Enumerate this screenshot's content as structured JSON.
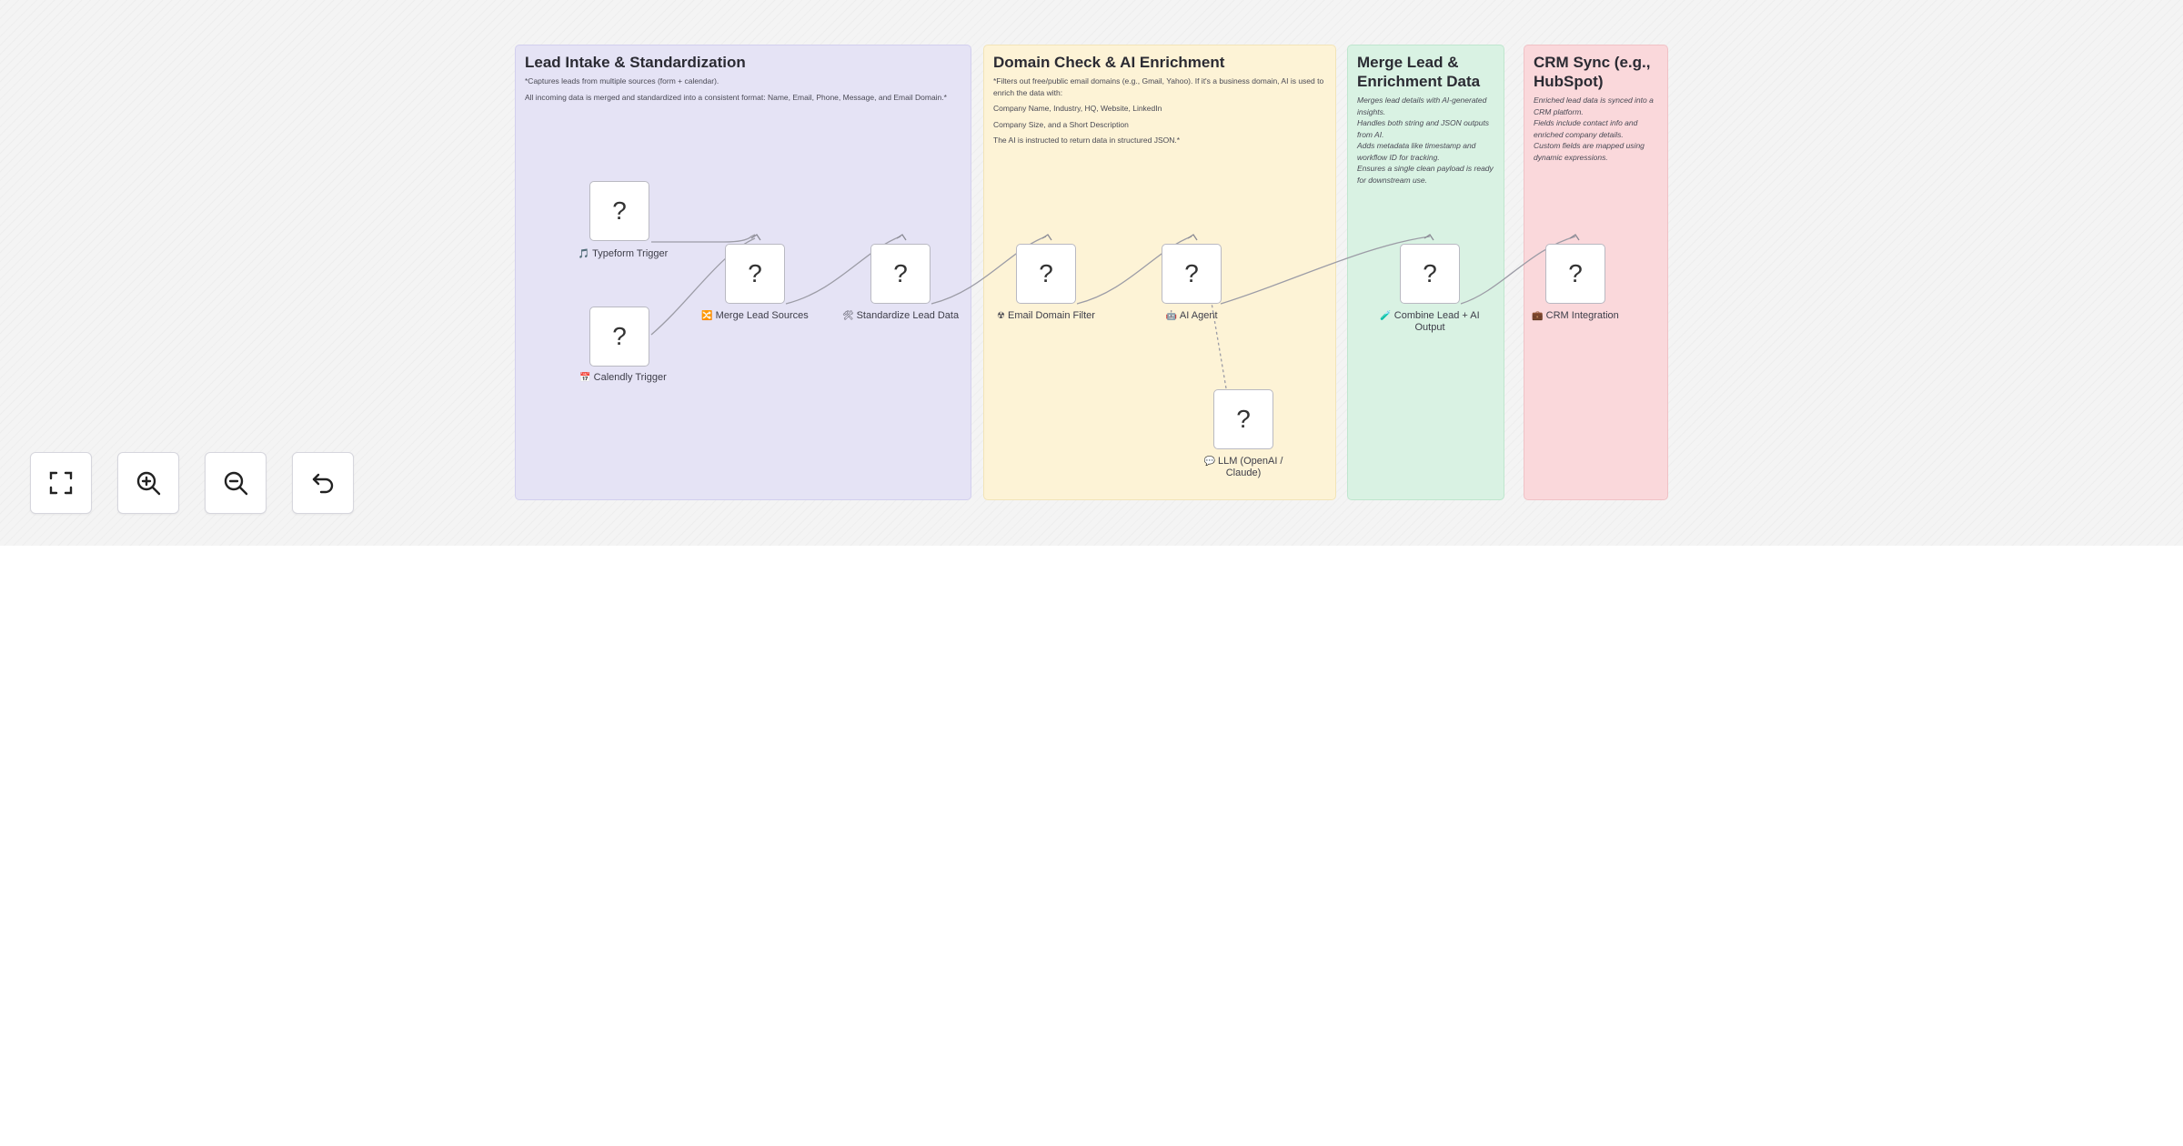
{
  "notes": {
    "lead": {
      "title": "Lead Intake & Standardization",
      "lines": [
        "*Captures leads from multiple sources (form + calendar).",
        "All incoming data is merged and standardized into a consistent format: Name, Email, Phone, Message, and Email Domain.*"
      ]
    },
    "domain": {
      "title": "Domain Check & AI Enrichment",
      "lines": [
        "*Filters out free/public email domains (e.g., Gmail, Yahoo). If it's a business domain, AI is used to enrich the data with:",
        "Company Name, Industry, HQ, Website, LinkedIn",
        "Company Size, and a Short Description",
        "The AI is instructed to return data in structured JSON.*"
      ]
    },
    "merge": {
      "title": "Merge Lead & Enrichment Data",
      "lines": [
        "Merges lead details with AI-generated insights.",
        "Handles both string and JSON outputs from AI.",
        "Adds metadata like timestamp and workflow ID for tracking.",
        "Ensures a single clean payload is ready for downstream use."
      ]
    },
    "crm": {
      "title": "CRM Sync (e.g., HubSpot)",
      "lines": [
        "Enriched lead data is synced into a CRM platform.",
        "Fields include contact info and enriched company details.",
        "Custom fields are mapped using dynamic expressions."
      ]
    }
  },
  "nodes": {
    "placeholder": "?",
    "typeform": {
      "label": "Typeform Trigger",
      "icon": "🎵"
    },
    "calendly": {
      "label": "Calendly Trigger",
      "icon": "📅"
    },
    "merge_sources": {
      "label": "Merge Lead Sources",
      "icon": "🔀"
    },
    "standardize": {
      "label": "Standardize Lead Data",
      "icon": "🛠"
    },
    "email_filter": {
      "label": "Email Domain Filter",
      "icon": "☢"
    },
    "ai_agent": {
      "label": "AI Agent",
      "icon": "🤖"
    },
    "llm": {
      "label": "LLM (OpenAI / Claude)",
      "icon": "💬"
    },
    "combine": {
      "label": "Combine Lead + AI Output",
      "icon": "🧪"
    },
    "crm_integration": {
      "label": "CRM Integration",
      "icon": "💼"
    }
  },
  "controls": {
    "fit_view": "fit-view",
    "zoom_in": "zoom-in",
    "zoom_out": "zoom-out",
    "reset": "reset-zoom"
  },
  "colors": {
    "lead_bg": "#e5e3f5",
    "domain_bg": "#fdf3d6",
    "merge_bg": "#d9f2e3",
    "crm_bg": "#fad8db",
    "edge": "#9c9ca6"
  }
}
